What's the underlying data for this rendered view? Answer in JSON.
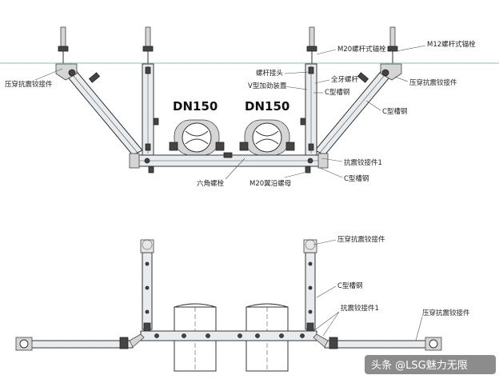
{
  "top_view": {
    "pipe_labels": [
      "DN150",
      "DN150"
    ],
    "callouts": {
      "m20_anchor": "M20螺杆式锚栓",
      "m12_anchor": "M12螺杆式锚栓",
      "rod_joint": "螺杆接头",
      "threaded_rod": "全牙螺杆",
      "v_brace": "V型加劲装置",
      "c_channel_1": "C型槽钢",
      "c_channel_2": "C型槽钢",
      "c_channel_3": "C型槽钢",
      "seismic_connector_left": "压穿抗震铰接件",
      "seismic_connector_right": "压穿抗震铰接件",
      "seismic_hinge_1": "抗震铰接件1",
      "hex_bolt": "六角螺栓",
      "flange_nut": "M20翼沿螺母"
    }
  },
  "bottom_view": {
    "callouts": {
      "seismic_connector_top": "压穿抗震铰接件",
      "c_channel": "C型槽钢",
      "seismic_hinge_1": "抗震铰接件1",
      "seismic_connector_right": "压穿抗震铰接件"
    }
  },
  "watermark": "头条 @LSG魅力无限"
}
